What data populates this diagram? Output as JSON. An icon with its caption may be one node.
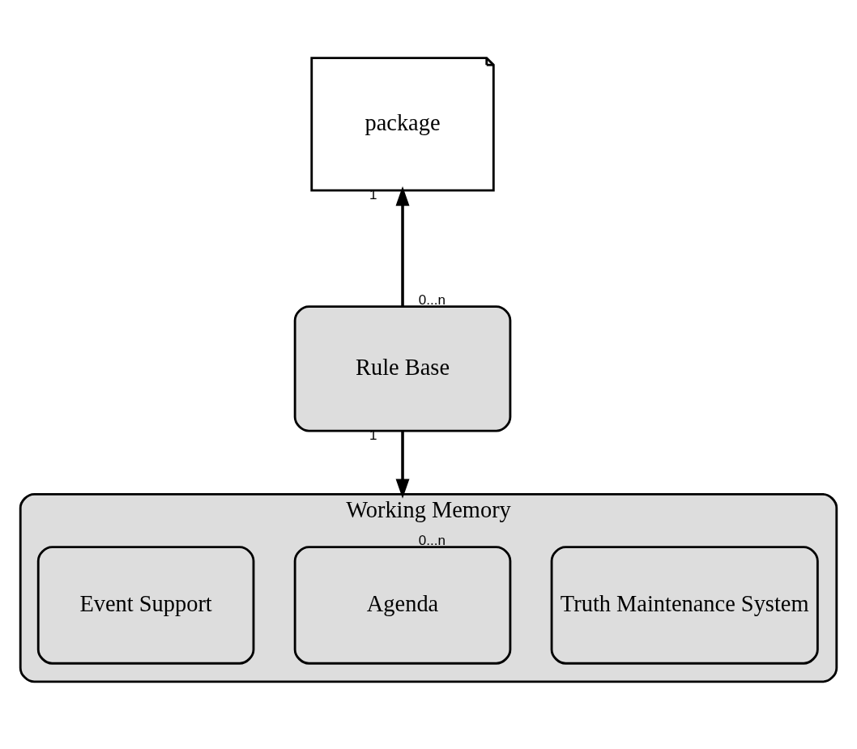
{
  "diagram": {
    "nodes": [
      {
        "text": [
          "package"
        ]
      },
      {
        "text": [
          "Rule Base"
        ]
      },
      {
        "text": [
          "Working Memory"
        ]
      },
      {
        "text": [
          "Event Support"
        ],
        "in": 2
      },
      {
        "text": [
          "Agenda"
        ],
        "in": 2
      },
      {
        "text": [
          "Truth Maintenance System"
        ],
        "in": 2
      }
    ],
    "edges": [
      {
        "from": 1,
        "to": 0,
        "arrow": "to"
      },
      {
        "from": 1,
        "to": 2,
        "arrow": "to"
      }
    ],
    "labels": [
      "1",
      "0...n",
      "1",
      "0...n"
    ]
  }
}
